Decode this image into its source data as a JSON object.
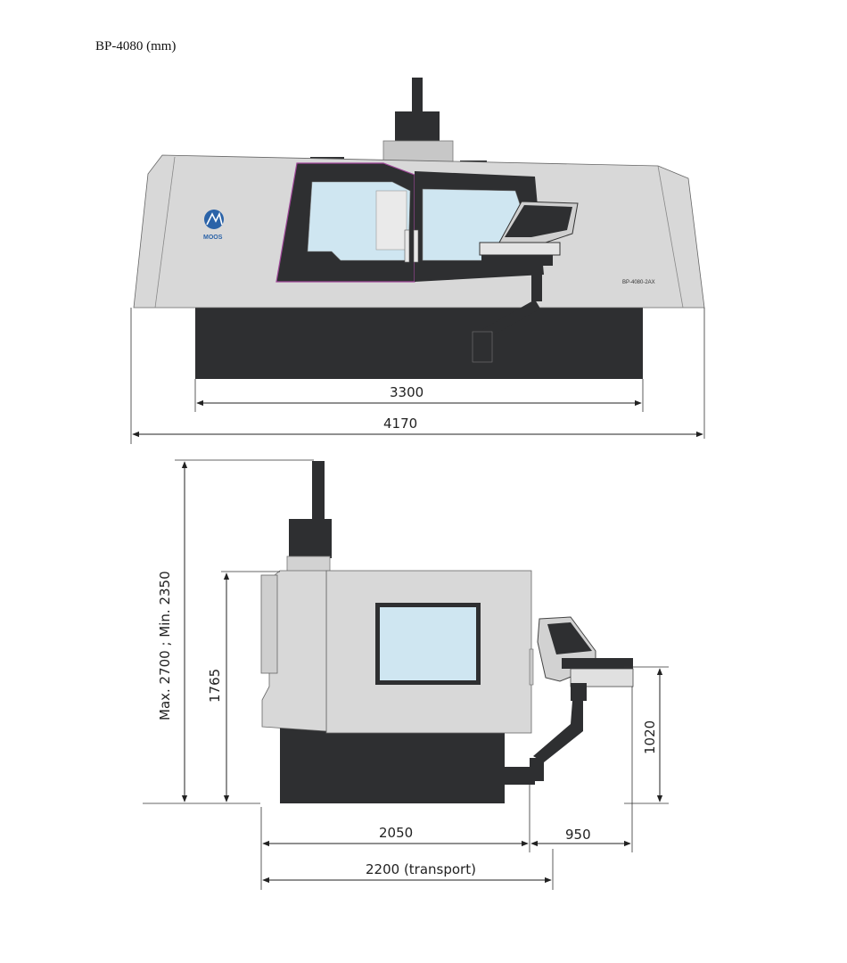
{
  "title": "BP-4080 (mm)",
  "front_view": {
    "logo_text": "MOOS",
    "model_label": "BP-4080-2AX",
    "dim_base_width": "3300",
    "dim_total_width": "4170"
  },
  "side_view": {
    "dim_height_range": "Max. 2700 ; Min. 2350",
    "dim_height": "1765",
    "dim_panel_height": "1020",
    "dim_depth": "2050",
    "dim_panel_depth": "950",
    "dim_transport": "2200 (transport)"
  },
  "colors": {
    "body_gray": "#d8d8d8",
    "base_dark": "#2e2f31",
    "window_blue": "#cfe6f1",
    "accent_magenta": "#a0489a",
    "logo_blue": "#2b63a8"
  }
}
